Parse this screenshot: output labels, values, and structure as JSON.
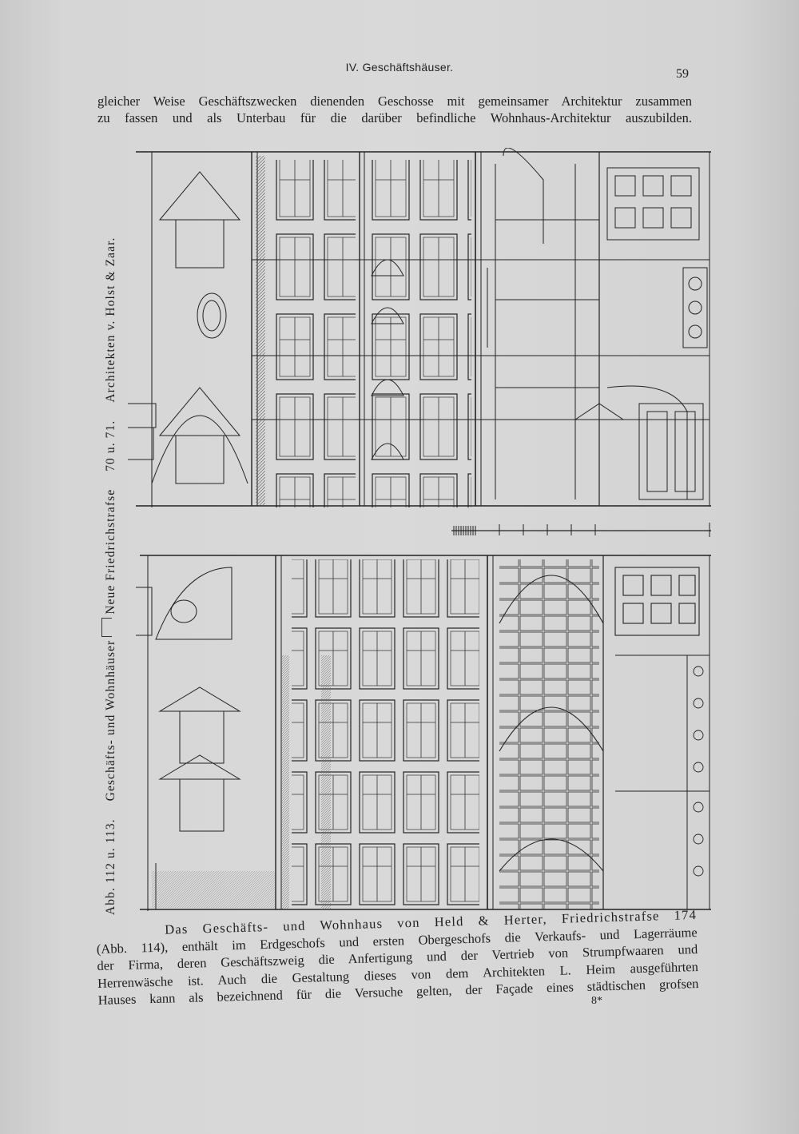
{
  "header": {
    "running_title": "IV. Geschäftshäuser.",
    "page_number": "59"
  },
  "intro": {
    "lines": [
      "gleicher Weise Geschäftszwecken dienenden Geschosse mit gemeinsamer Architektur zusammen",
      "zu fassen und als Unterbau für die darüber befindliche Wohnhaus-Architektur auszubilden."
    ]
  },
  "figure_caption": {
    "part1": "Abb. 112 u. 113.",
    "part2": "Geschäfts- und Wohnhäuser",
    "part3": "Neue Friedrichstrafse",
    "part4": "70 u. 71.",
    "part5": "Architekten v. Holst & Zaar."
  },
  "body": {
    "lines": [
      "Das Geschäfts- und Wohnhaus von Held & Herter, Friedrichstrafse 174",
      "(Abb. 114), enthält im Erdgeschofs und ersten Obergeschofs die Verkaufs- und Lagerräume",
      "der Firma, deren Geschäftszweig die Anfertigung und der Vertrieb von Strumpfwaaren und",
      "Herrenwäsche ist. Auch die Gestaltung dieses von dem Architekten L. Heim ausgeführten",
      "Hauses kann als bezeichnend für die Versuche gelten, der Façade eines städtischen grofsen"
    ],
    "signature": "8*"
  }
}
